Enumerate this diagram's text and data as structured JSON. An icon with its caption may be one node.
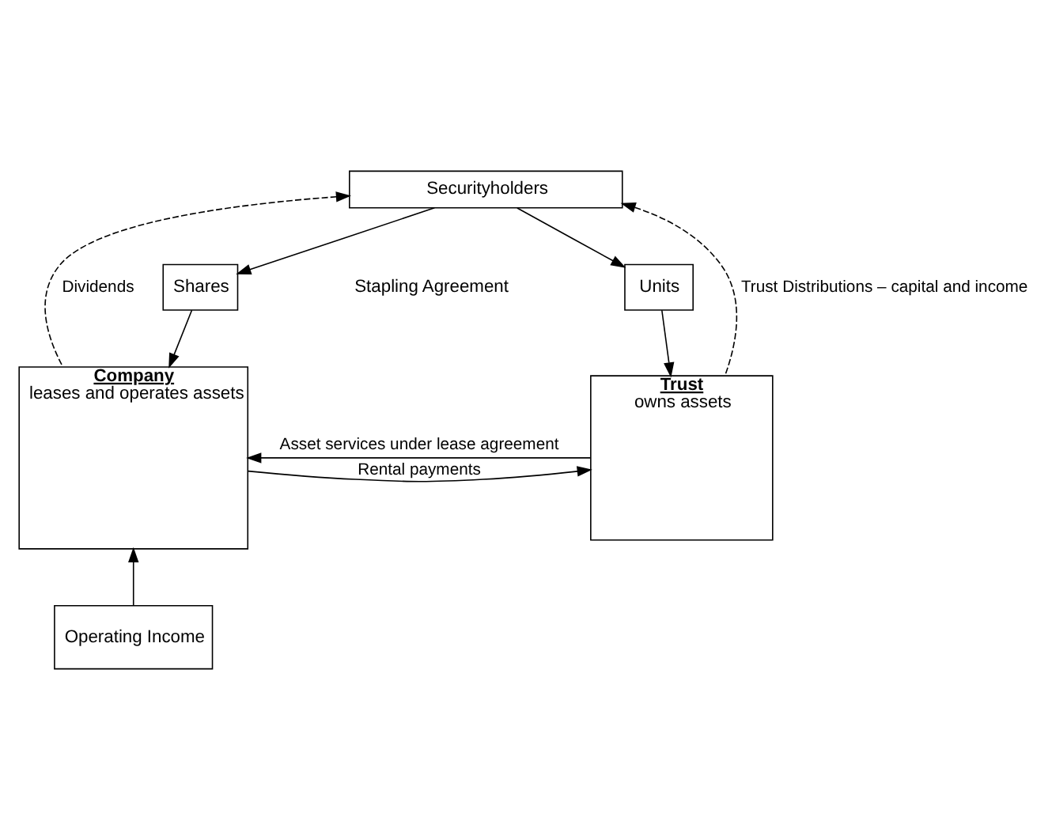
{
  "diagram": {
    "nodes": [
      {
        "text": [
          "Securityholders"
        ]
      },
      {
        "text": [
          "Shares"
        ]
      },
      {
        "text": [
          "Units"
        ]
      },
      {
        "text": [
          "Company",
          "leases and operates assets"
        ]
      },
      {
        "text": [
          "Trust",
          "owns assets"
        ]
      },
      {
        "text": [
          "Operating Income"
        ]
      }
    ],
    "edges": [
      {
        "from": 0,
        "to": 1,
        "arrow": "to"
      },
      {
        "from": 1,
        "to": 3,
        "arrow": "to"
      },
      {
        "from": 0,
        "to": 2,
        "arrow": "to"
      },
      {
        "from": 2,
        "to": 4,
        "arrow": "to"
      },
      {
        "from": 3,
        "to": 0,
        "arrow": "to",
        "style": "dashed",
        "label": "Dividends"
      },
      {
        "from": 4,
        "to": 0,
        "arrow": "to",
        "style": "dashed",
        "label": "Trust Distributions – capital and income"
      },
      {
        "from": 3,
        "to": 4,
        "arrow": "to",
        "label": "Rental payments"
      },
      {
        "from": 4,
        "to": 3,
        "arrow": "to",
        "label": "Asset services under lease agreement"
      },
      {
        "from": 5,
        "to": 3,
        "arrow": "to"
      }
    ],
    "labels": [
      "Stapling Agreement"
    ]
  }
}
